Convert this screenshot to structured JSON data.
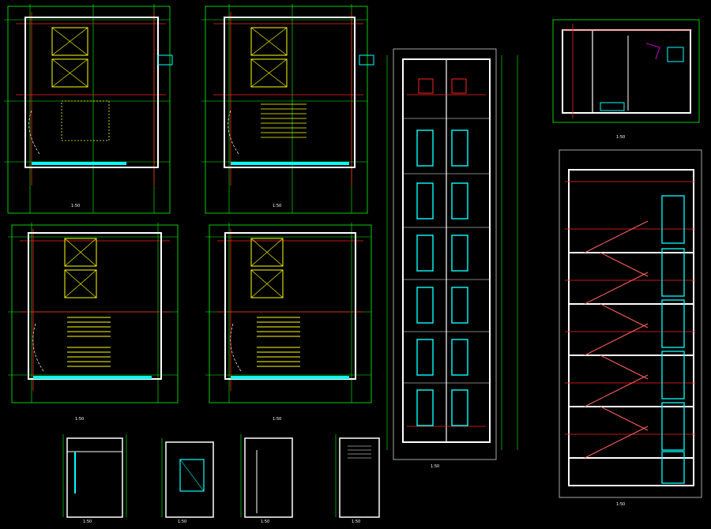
{
  "drawing": {
    "plan_labels": [
      "1:50",
      "1:50",
      "1:50",
      "1:50"
    ],
    "section_labels": [
      "1:50",
      "1:50",
      "1:50",
      "1:50",
      "1:50",
      "1:50",
      "1:50"
    ],
    "colors": {
      "background": "#000000",
      "wall": "#ffffff",
      "dimension": "#00ff00",
      "axis": "#ff2020",
      "elevator": "#00ffff",
      "stair": "#ffff00",
      "note": "#ff00ff",
      "frame": "#d0d0d0"
    }
  }
}
